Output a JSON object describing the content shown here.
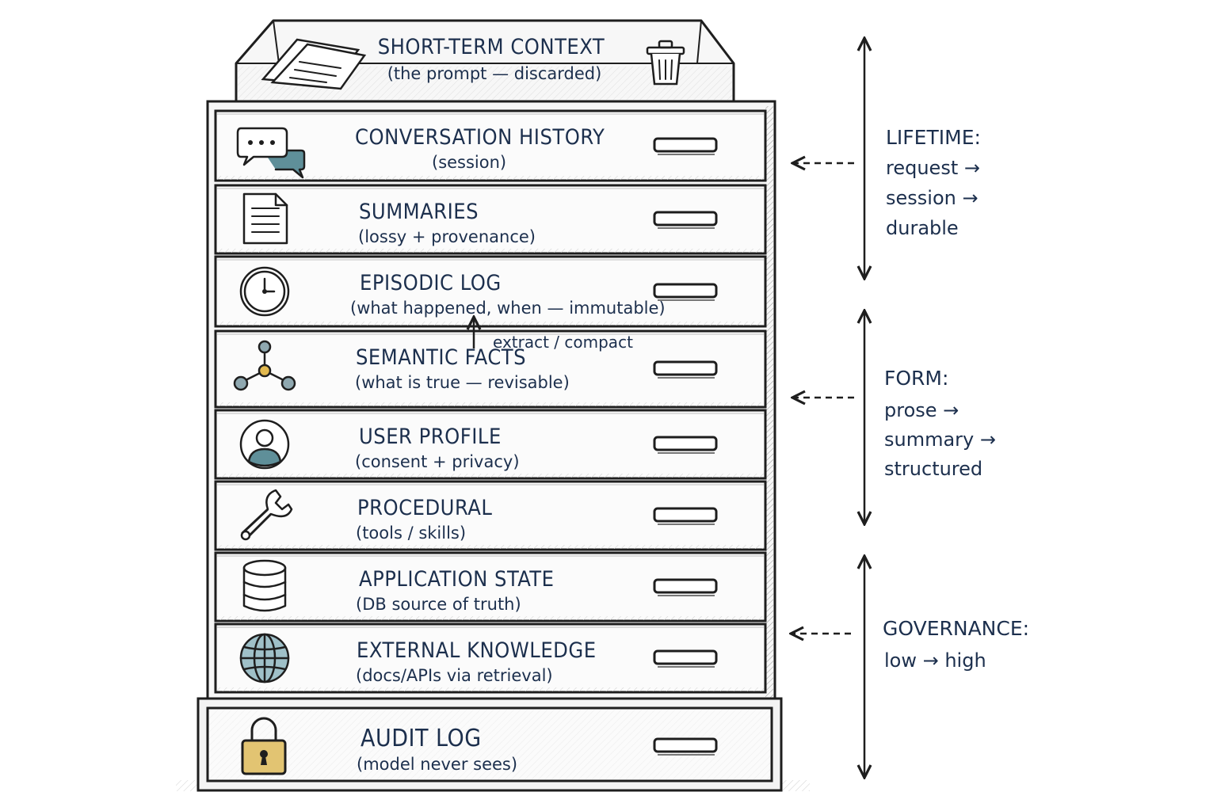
{
  "tray": {
    "title": "SHORT-TERM CONTEXT",
    "subtitle": "(the prompt — discarded)",
    "icons": [
      "paper-stack-icon",
      "trash-can-icon"
    ]
  },
  "drawers": [
    {
      "title": "CONVERSATION HISTORY",
      "subtitle": "(session)",
      "icon": "chat-bubbles-icon"
    },
    {
      "title": "SUMMARIES",
      "subtitle": "(lossy + provenance)",
      "icon": "document-icon"
    },
    {
      "title": "EPISODIC LOG",
      "subtitle": "(what happened, when — immutable)",
      "icon": "clock-icon"
    },
    {
      "title": "SEMANTIC FACTS",
      "subtitle": "(what is true — revisable)",
      "icon": "graph-nodes-icon"
    },
    {
      "title": "USER PROFILE",
      "subtitle": "(consent + privacy)",
      "icon": "user-avatar-icon"
    },
    {
      "title": "PROCEDURAL",
      "subtitle": "(tools / skills)",
      "icon": "wrench-icon"
    },
    {
      "title": "APPLICATION STATE",
      "subtitle": "(DB source of truth)",
      "icon": "database-icon"
    },
    {
      "title": "EXTERNAL KNOWLEDGE",
      "subtitle": "(docs/APIs via retrieval)",
      "icon": "globe-icon"
    }
  ],
  "audit": {
    "title": "AUDIT LOG",
    "subtitle": "(model never sees)",
    "icon": "padlock-icon"
  },
  "flow_note": "extract / compact",
  "axes": [
    {
      "heading": "LIFETIME:",
      "items": [
        "request →",
        "session →",
        "durable"
      ]
    },
    {
      "heading": "FORM:",
      "items": [
        "prose →",
        "summary →",
        "structured"
      ]
    },
    {
      "heading": "GOVERNANCE:",
      "items": [
        "low → high"
      ]
    }
  ],
  "colors": {
    "ink": "#1e1e1e",
    "text": "#1c2f4d",
    "accent_teal": "#5f8f99",
    "accent_gold": "#e2b94f",
    "panel": "#fbfbfb"
  }
}
